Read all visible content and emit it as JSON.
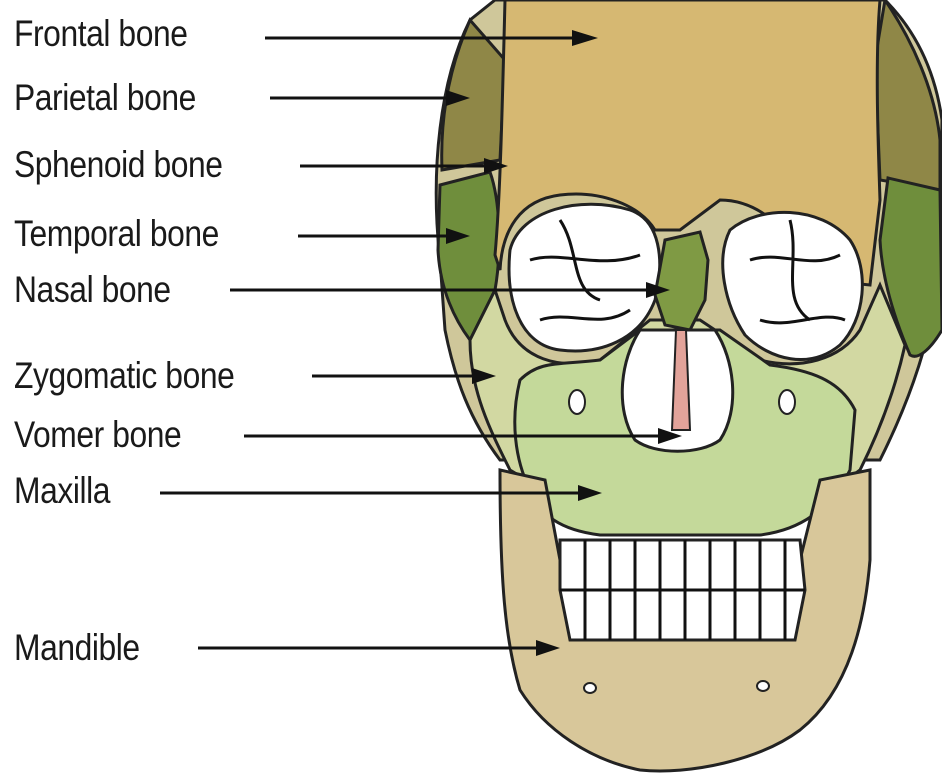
{
  "labels": {
    "frontal": "Frontal bone",
    "parietal": "Parietal bone",
    "sphenoid": "Sphenoid bone",
    "temporal": "Temporal bone",
    "nasal": "Nasal bone",
    "zygomatic": "Zygomatic bone",
    "vomer": "Vomer bone",
    "maxilla": "Maxilla",
    "mandible": "Mandible"
  },
  "colors": {
    "frontal": "#d6b872",
    "parietal": "#8f8747",
    "sphenoid": "#cfc79a",
    "temporal": "#6f8e3c",
    "nasal": "#7f9a44",
    "zygomatic": "#d2d8a2",
    "maxilla": "#c4d99a",
    "vomer": "#e2a39a",
    "mandible": "#d8c79a",
    "outline": "#222222"
  }
}
